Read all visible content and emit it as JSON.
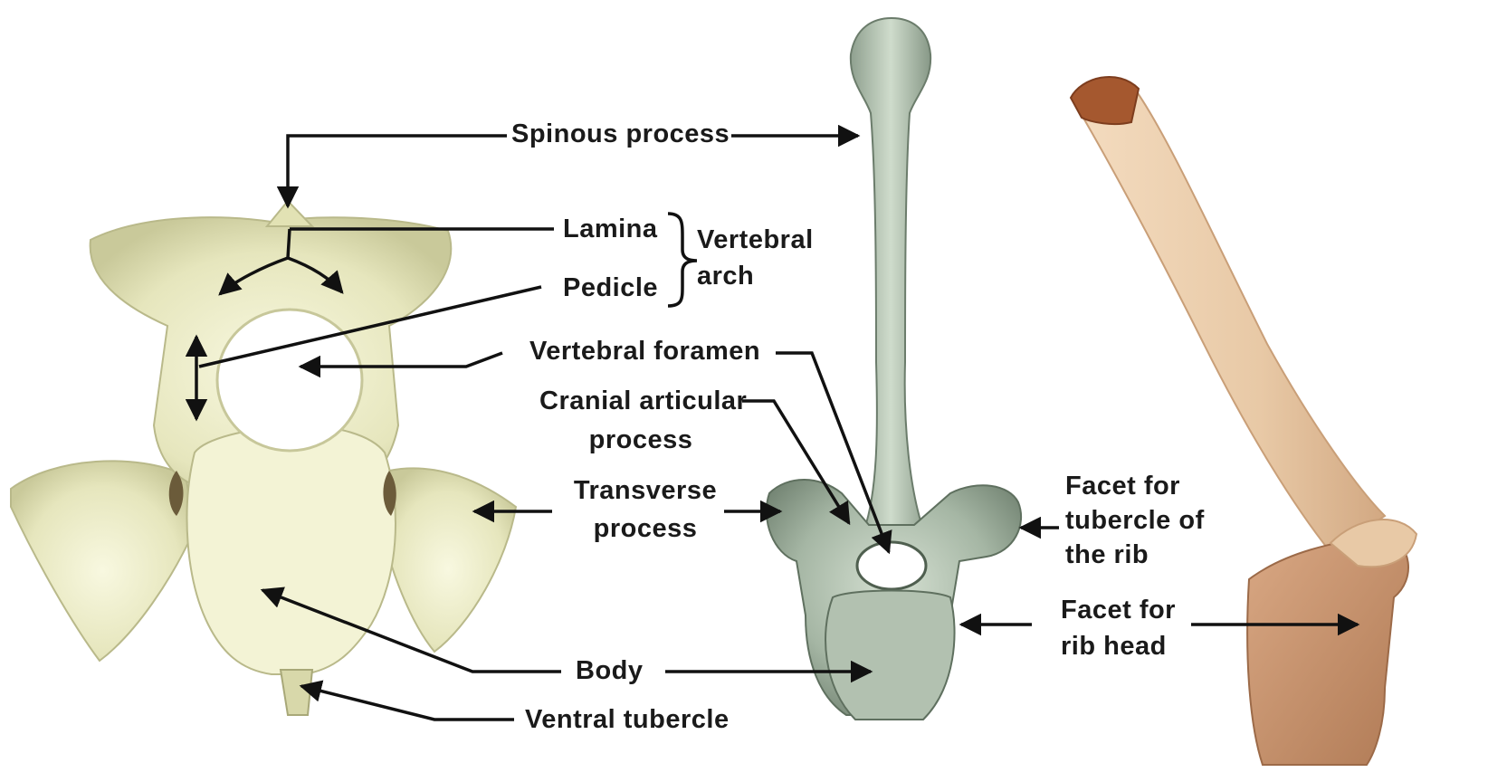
{
  "labels": {
    "spinous_process": "Spinous process",
    "lamina": "Lamina",
    "pedicle": "Pedicle",
    "vertebral_arch_1": "Vertebral",
    "vertebral_arch_2": "arch",
    "vertebral_foramen": "Vertebral foramen",
    "cranial_articular_1": "Cranial articular",
    "cranial_articular_2": "process",
    "transverse_1": "Transverse",
    "transverse_2": "process",
    "facet_tubercle_1": "Facet for",
    "facet_tubercle_2": "tubercle of",
    "facet_tubercle_3": "the rib",
    "facet_head_1": "Facet for",
    "facet_head_2": "rib head",
    "body": "Body",
    "ventral_tubercle": "Ventral tubercle"
  },
  "colors": {
    "bone_cranial_view": "#e9e9c2",
    "bone_lateral_view": "#9cad9c",
    "rib": "#e9cba6",
    "rib_head": "#a5582f",
    "leader_lines": "#111111"
  },
  "icons": [
    "vertebra-cranial-view",
    "vertebra-lateral-view",
    "rib-illustration",
    "leader-arrows"
  ]
}
